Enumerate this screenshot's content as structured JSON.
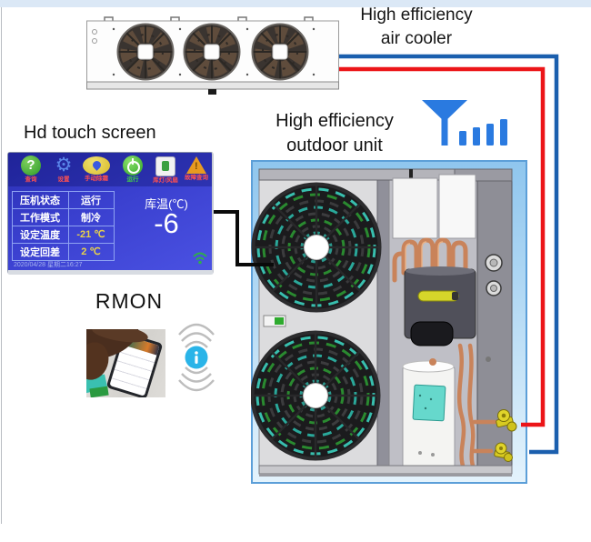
{
  "titles": {
    "air_cooler_line1": "High efficiency",
    "air_cooler_line2": "air cooler",
    "outdoor_line1": "High efficiency",
    "outdoor_line2": "outdoor unit",
    "touch_screen": "Hd touch screen",
    "rmon": "RMON"
  },
  "touch_screen": {
    "toolbar": [
      {
        "icon": "help-icon",
        "glyph": "?",
        "label": "查询"
      },
      {
        "icon": "gear-icon",
        "glyph": "⚙",
        "label": "设置"
      },
      {
        "icon": "defrost-icon",
        "label": "手动除霜"
      },
      {
        "icon": "power-icon",
        "label": "运行"
      },
      {
        "icon": "light-fan-icon",
        "label": "库灯/风扇"
      },
      {
        "icon": "alarm-icon",
        "glyph": "!",
        "label": "故障查询"
      }
    ],
    "status_rows": [
      {
        "name": "压机状态",
        "value": "运行"
      },
      {
        "name": "工作模式",
        "value": "制冷"
      },
      {
        "name": "设定温度",
        "value": "-21 ℃"
      },
      {
        "name": "设定回差",
        "value": "2 ℃"
      }
    ],
    "storage_temp_label": "库温(℃)",
    "storage_temp_value": "-6",
    "datetime": "2020/04/28 星期二16:27"
  },
  "colors": {
    "hot_pipe": "#ec1518",
    "cold_pipe": "#1b5fae",
    "antenna_blue": "#2a7ae0",
    "screen_background": "#3a40cf",
    "wifi_green": "#2fae4a",
    "top_bar": "#dbe8f6"
  }
}
